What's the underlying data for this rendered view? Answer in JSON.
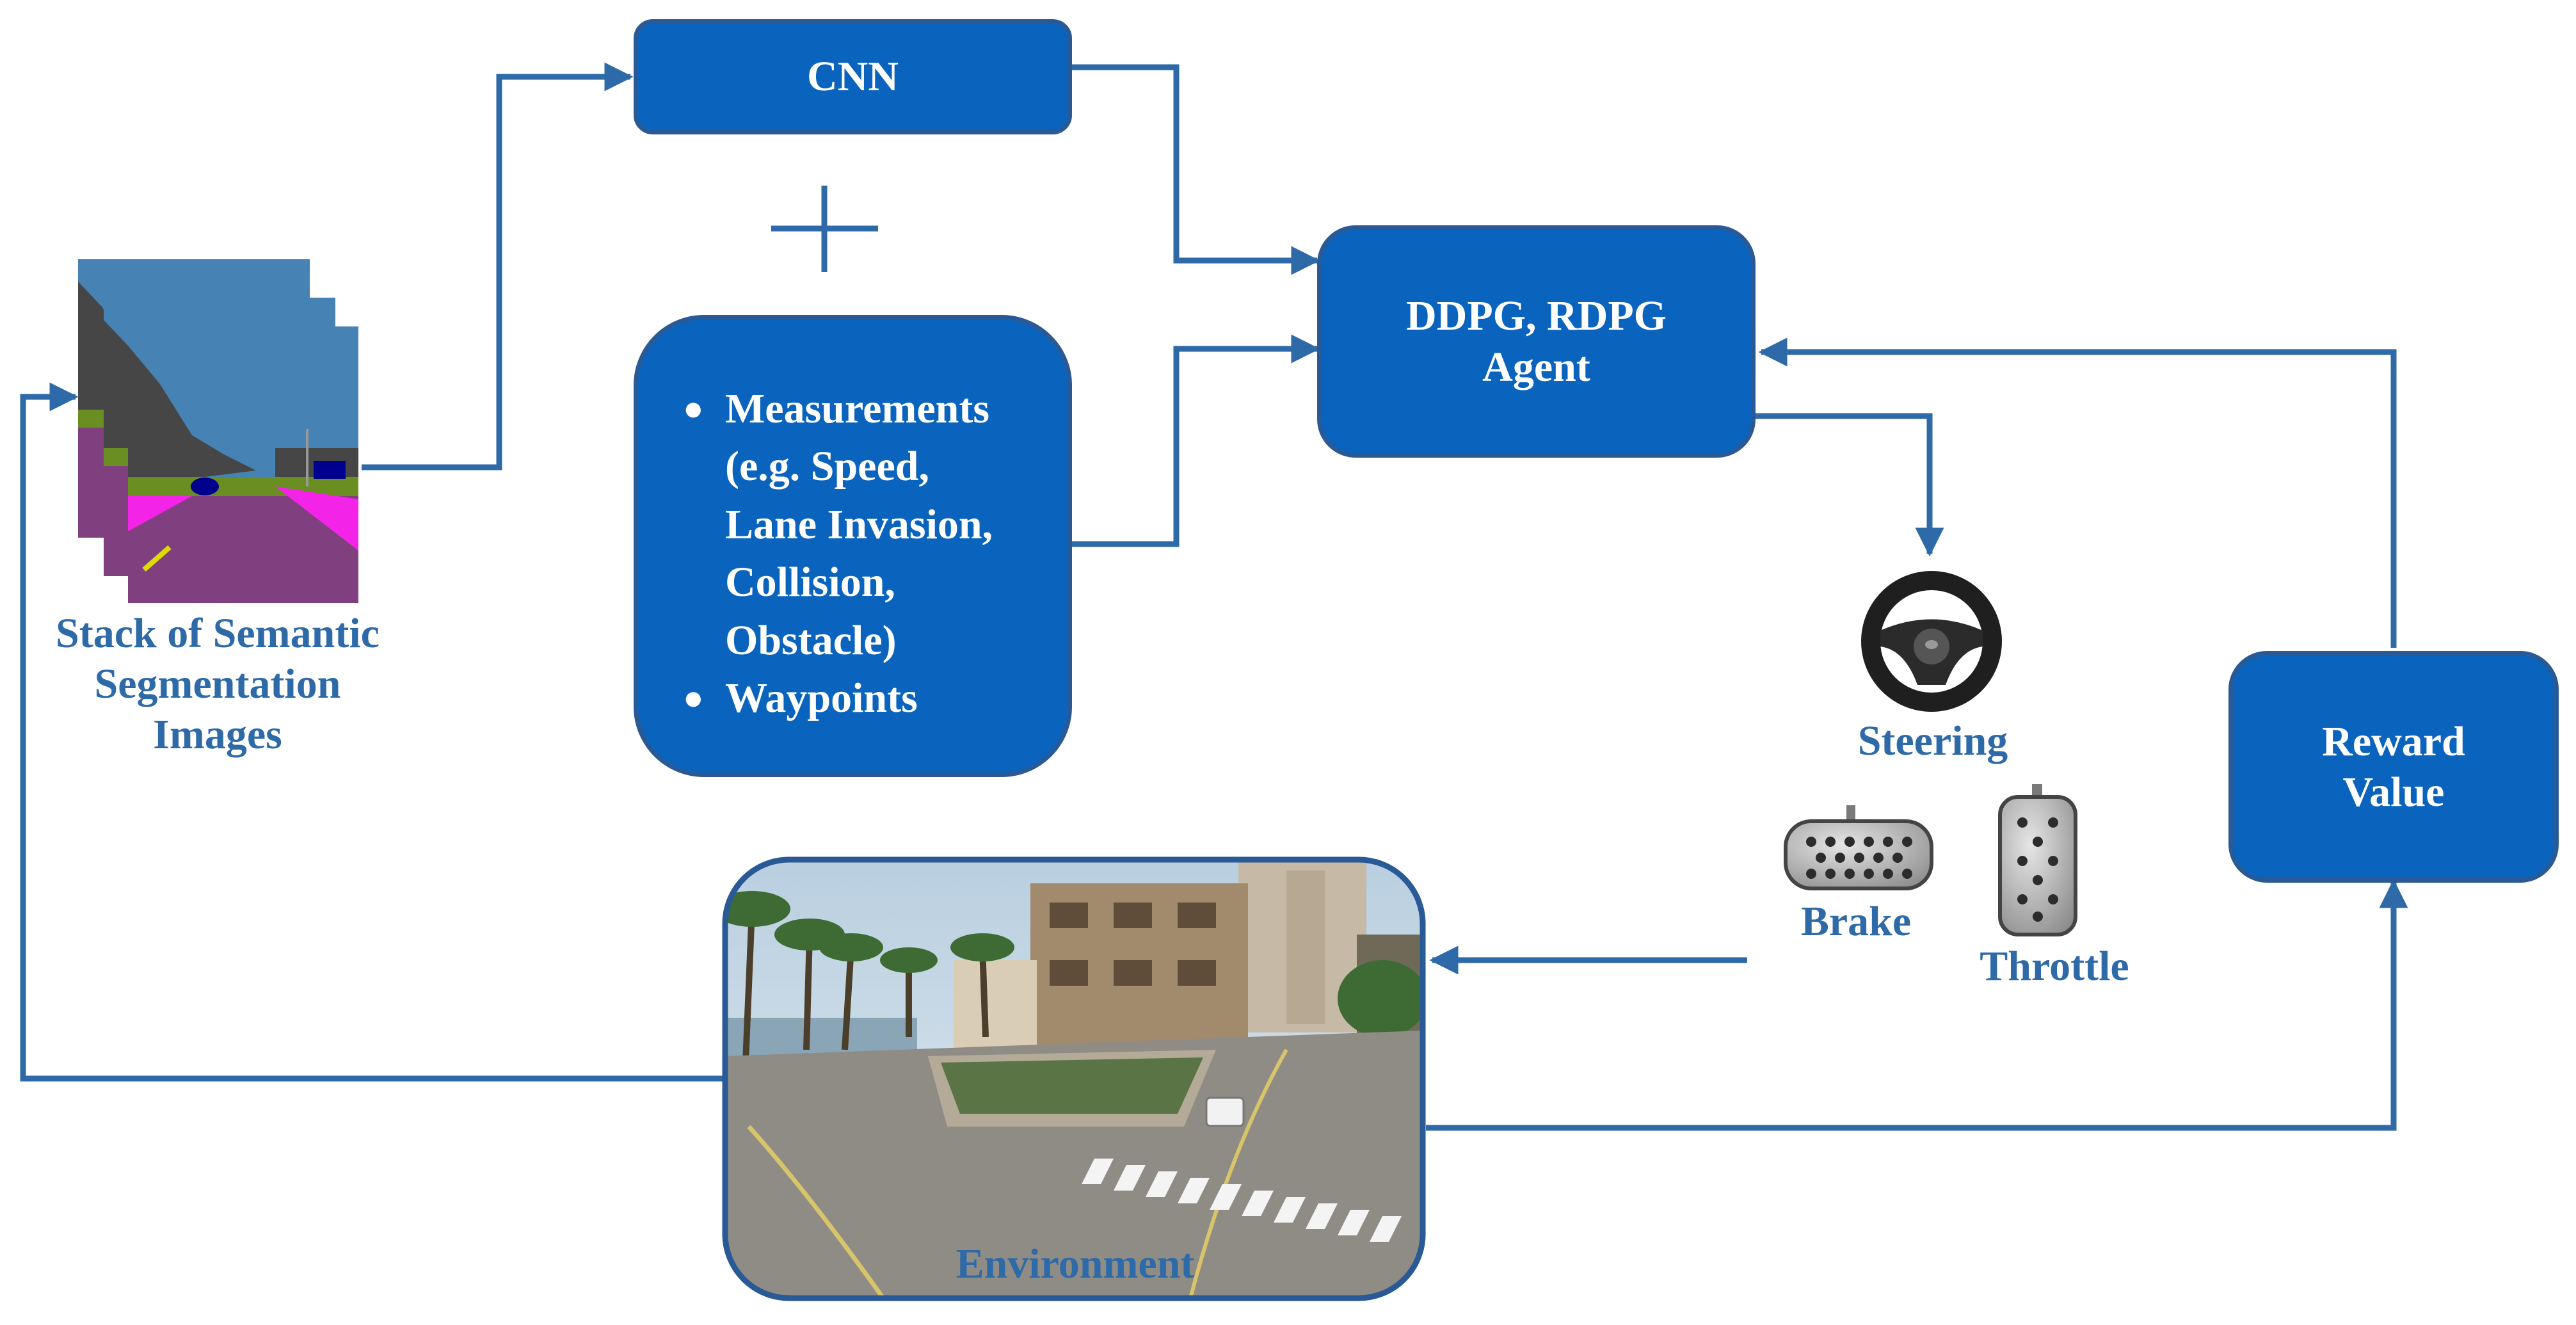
{
  "cnn": {
    "label": "CNN"
  },
  "agent": {
    "line1": "DDPG, RDPG",
    "line2": "Agent"
  },
  "inputs": {
    "bullet": "●",
    "measurements_lines": [
      "Measurements",
      "(e.g. Speed,",
      "Lane Invasion,",
      "Collision,",
      "Obstacle)"
    ],
    "waypoints": "Waypoints"
  },
  "stack": {
    "lines": [
      "Stack of Semantic",
      "Segmentation",
      "Images"
    ]
  },
  "controls": {
    "steering": "Steering",
    "brake": "Brake",
    "throttle": "Throttle"
  },
  "reward": {
    "line1": "Reward",
    "line2": "Value"
  },
  "environment": {
    "label": "Environment"
  },
  "colors": {
    "box_fill": "#0a64bd",
    "box_border": "#2a5a96",
    "arrow": "#2e6aa7",
    "label_text": "#2e6aa7"
  },
  "icons": [
    "plus-icon",
    "steering-wheel-icon",
    "brake-pedal-icon",
    "throttle-pedal-icon"
  ]
}
